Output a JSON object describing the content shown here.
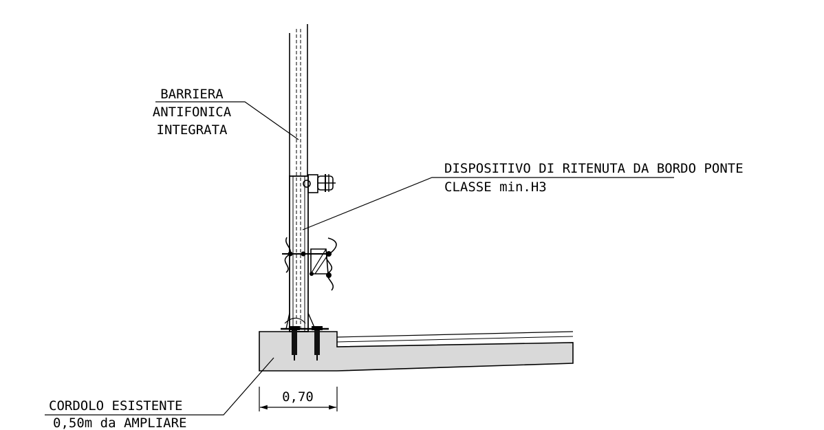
{
  "labels": {
    "barrier": {
      "line1": "BARRIERA",
      "line2": "ANTIFONICA",
      "line3": "INTEGRATA"
    },
    "device": {
      "line1": "DISPOSITIVO DI RITENUTA DA BORDO PONTE",
      "line2": "CLASSE min.H3"
    },
    "curb": {
      "line1": "CORDOLO ESISTENTE",
      "line2": "0,50m da AMPLIARE"
    },
    "dimension": "0,70"
  },
  "colors": {
    "line": "#000000",
    "concrete_fill": "#d9d9d9"
  }
}
